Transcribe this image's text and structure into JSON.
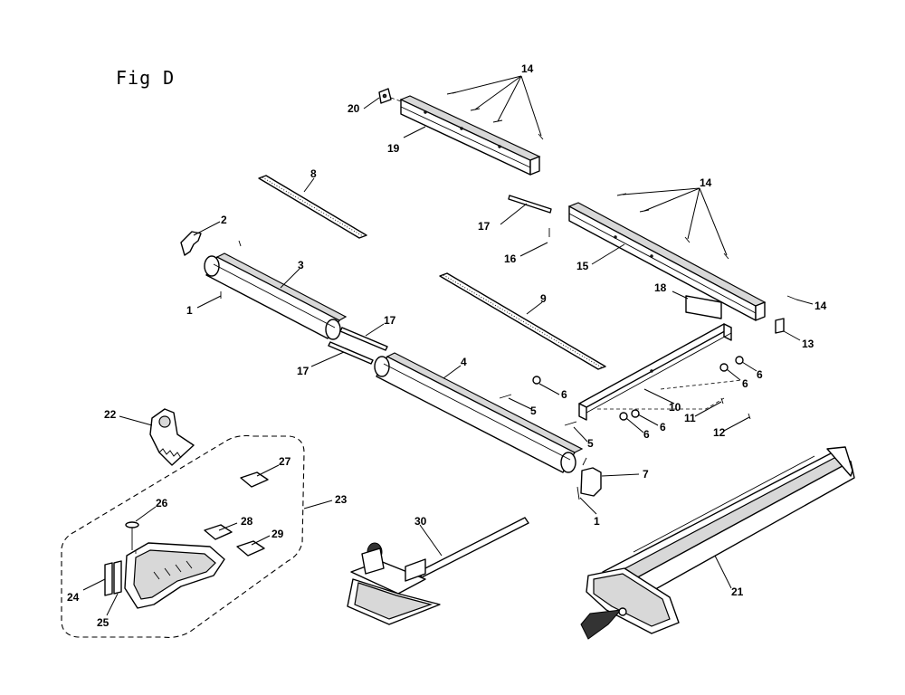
{
  "figure_title": "Fig D",
  "callouts": {
    "c1a": "1",
    "c1b": "1",
    "c2": "2",
    "c3": "3",
    "c4": "4",
    "c5a": "5",
    "c5b": "5",
    "c6a": "6",
    "c6b": "6",
    "c6c": "6",
    "c6d": "6",
    "c6e": "6",
    "c7": "7",
    "c8": "8",
    "c9": "9",
    "c10": "10",
    "c11": "11",
    "c12": "12",
    "c13": "13",
    "c14a": "14",
    "c14b": "14",
    "c14c": "14",
    "c15": "15",
    "c16": "16",
    "c17a": "17",
    "c17b": "17",
    "c17c": "17",
    "c18": "18",
    "c19": "19",
    "c20": "20",
    "c21": "21",
    "c22": "22",
    "c23": "23",
    "c24": "24",
    "c25": "25",
    "c26": "26",
    "c27": "27",
    "c28": "28",
    "c29": "29",
    "c30": "30"
  }
}
